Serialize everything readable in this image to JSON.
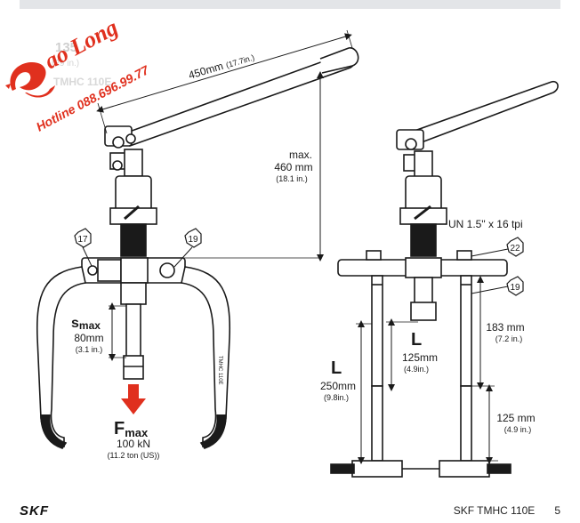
{
  "watermark": {
    "brand": "ao Long",
    "hotline": "Hotline 088.696.99.77",
    "faded_text": [
      "135",
      "(29 in.)",
      "TMHC 110E"
    ]
  },
  "left_view": {
    "handle_length": {
      "value": "450mm",
      "sub": "(17.7in.)"
    },
    "height": {
      "line1": "max.",
      "line2": "460 mm",
      "sub": "(18.1 in.)"
    },
    "callout_a": "17",
    "callout_b": "19",
    "stroke": {
      "symbol": "s",
      "subscript": "max",
      "value": "80mm",
      "sub": "(3.1 in.)"
    },
    "force": {
      "symbol": "F",
      "subscript": "max",
      "value": "100 kN",
      "sub": "(11.2 ton (US))"
    },
    "arm_label": "TMHC 110E"
  },
  "right_view": {
    "thread": "UN 1.5\" x 16 tpi",
    "callout_a": "22",
    "callout_b": "19",
    "L_short": {
      "symbol": "L",
      "value": "125mm",
      "sub": "(4.9in.)"
    },
    "L_long": {
      "symbol": "L",
      "value": "250mm",
      "sub": "(9.8in.)"
    },
    "upper_rod": {
      "value": "183 mm",
      "sub": "(7.2 in.)"
    },
    "lower_rod": {
      "value": "125 mm",
      "sub": "(4.9 in.)"
    }
  },
  "footer": {
    "logo": "SKF",
    "product": "SKF TMHC 110E",
    "page": "5"
  },
  "colors": {
    "accent": "#e0301e",
    "line": "#1a1a1a",
    "topbar": "#e3e5e8"
  }
}
